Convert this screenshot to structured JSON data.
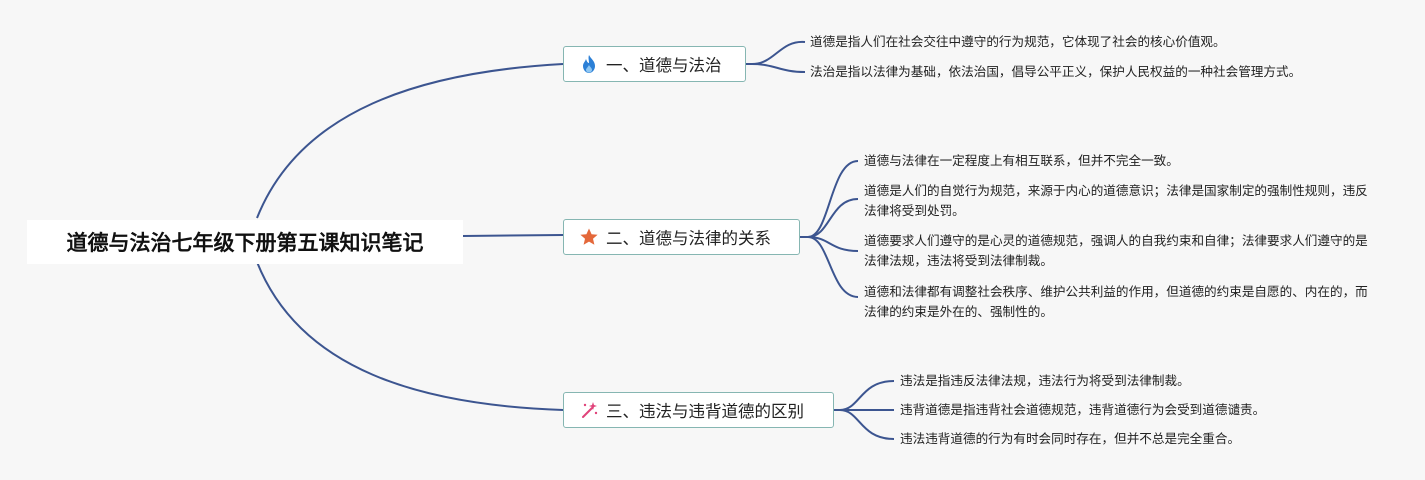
{
  "root": {
    "title": "道德与法治七年级下册第五课知识笔记"
  },
  "branches": [
    {
      "label": "一、道德与法治",
      "icon": "fire-icon",
      "leaves": [
        "道德是指人们在社会交往中遵守的行为规范，它体现了社会的核心价值观。",
        "法治是指以法律为基础，依法治国，倡导公平正义，保护人民权益的一种社会管理方式。"
      ]
    },
    {
      "label": "二、道德与法律的关系",
      "icon": "star-icon",
      "leaves": [
        "道德与法律在一定程度上有相互联系，但并不完全一致。",
        "道德是人们的自觉行为规范，来源于内心的道德意识；法律是国家制定的强制性规则，违反法律将受到处罚。",
        "道德要求人们遵守的是心灵的道德规范，强调人的自我约束和自律；法律要求人们遵守的是法律法规，违法将受到法律制裁。",
        "道德和法律都有调整社会秩序、维护公共利益的作用，但道德的约束是自愿的、内在的，而法律的约束是外在的、强制性的。"
      ]
    },
    {
      "label": "三、违法与违背道德的区别",
      "icon": "sparkle-wand-icon",
      "leaves": [
        "违法是指违反法律法规，违法行为将受到法律制裁。",
        "违背道德是指违背社会道德规范，违背道德行为会受到道德谴责。",
        "违法违背道德的行为有时会同时存在，但并不总是完全重合。"
      ]
    }
  ],
  "colors": {
    "line": "#3c5590",
    "branch_border": "#86b6b2",
    "fire": "#2b7fd6",
    "star": "#e4683a",
    "wand": "#e0437a"
  }
}
